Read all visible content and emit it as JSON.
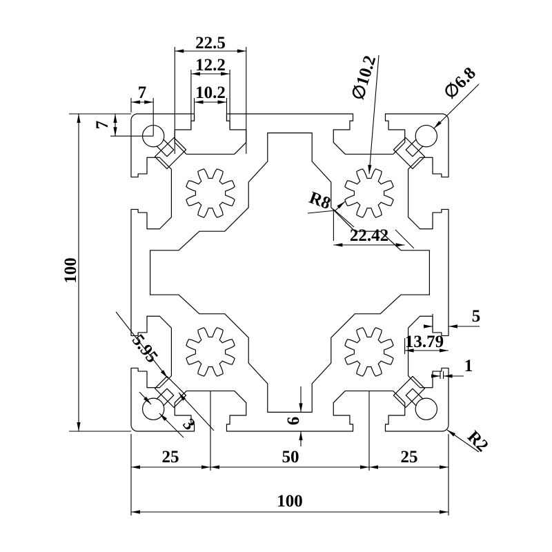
{
  "drawing": {
    "type": "aluminum extrusion profile cross-section",
    "line_color": "#000000",
    "background_color": "#ffffff"
  },
  "dims": {
    "slot_cavity_width": "22.5",
    "slot_step_width": "12.2",
    "slot_opening_width": "10.2",
    "corner_hole_offset_x": "7",
    "corner_hole_offset_y": "7",
    "profile_height": "100",
    "spline_hole_diameter": "∅10.2",
    "corner_hole_diameter": "∅6.8",
    "spline_radius": "R8",
    "boss_width": "22.42",
    "edge_wall_thickness": "5",
    "slot_bottom_to_edge": "13.79",
    "lip_step": "1",
    "corner_web_width": "5.95",
    "corner_tab_width": "3",
    "bottom_wall_thickness": "6",
    "pitch_left": "25",
    "pitch_center": "50",
    "pitch_right": "25",
    "profile_width": "100",
    "corner_radius": "R2"
  }
}
